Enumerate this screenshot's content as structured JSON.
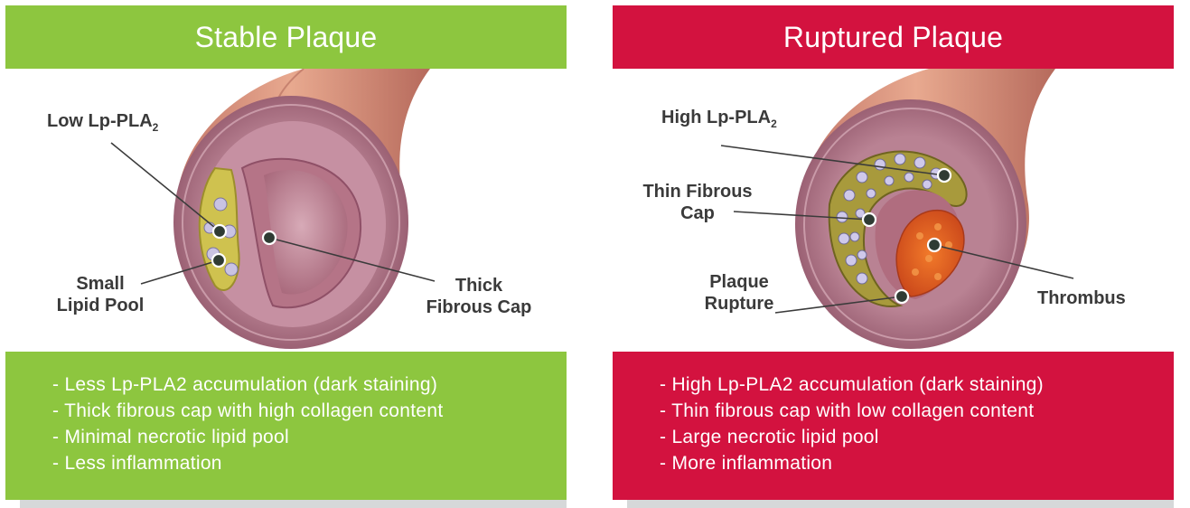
{
  "panels": {
    "stable": {
      "title": "Stable Plaque",
      "color": "#8dc63f",
      "labels": {
        "low_lp_pla2": "Low Lp-PLA",
        "low_lp_pla2_sub": "2",
        "small_lipid_pool_line1": "Small",
        "small_lipid_pool_line2": "Lipid Pool",
        "thick_fibrous_cap_line1": "Thick",
        "thick_fibrous_cap_line2": "Fibrous Cap"
      },
      "bullets": [
        "Less Lp-PLA2 accumulation (dark staining)",
        "Thick fibrous cap with high collagen content",
        "Minimal necrotic lipid pool",
        "Less inflammation"
      ]
    },
    "ruptured": {
      "title": "Ruptured Plaque",
      "color": "#d3123f",
      "labels": {
        "high_lp_pla2": "High Lp-PLA",
        "high_lp_pla2_sub": "2",
        "thin_fibrous_cap_line1": "Thin Fibrous",
        "thin_fibrous_cap_line2": "Cap",
        "plaque_rupture_line1": "Plaque",
        "plaque_rupture_line2": "Rupture",
        "thrombus": "Thrombus"
      },
      "bullets": [
        "High Lp-PLA2 accumulation (dark staining)",
        "Thin fibrous cap with low collagen content",
        "Large necrotic lipid pool",
        "More inflammation"
      ]
    }
  }
}
